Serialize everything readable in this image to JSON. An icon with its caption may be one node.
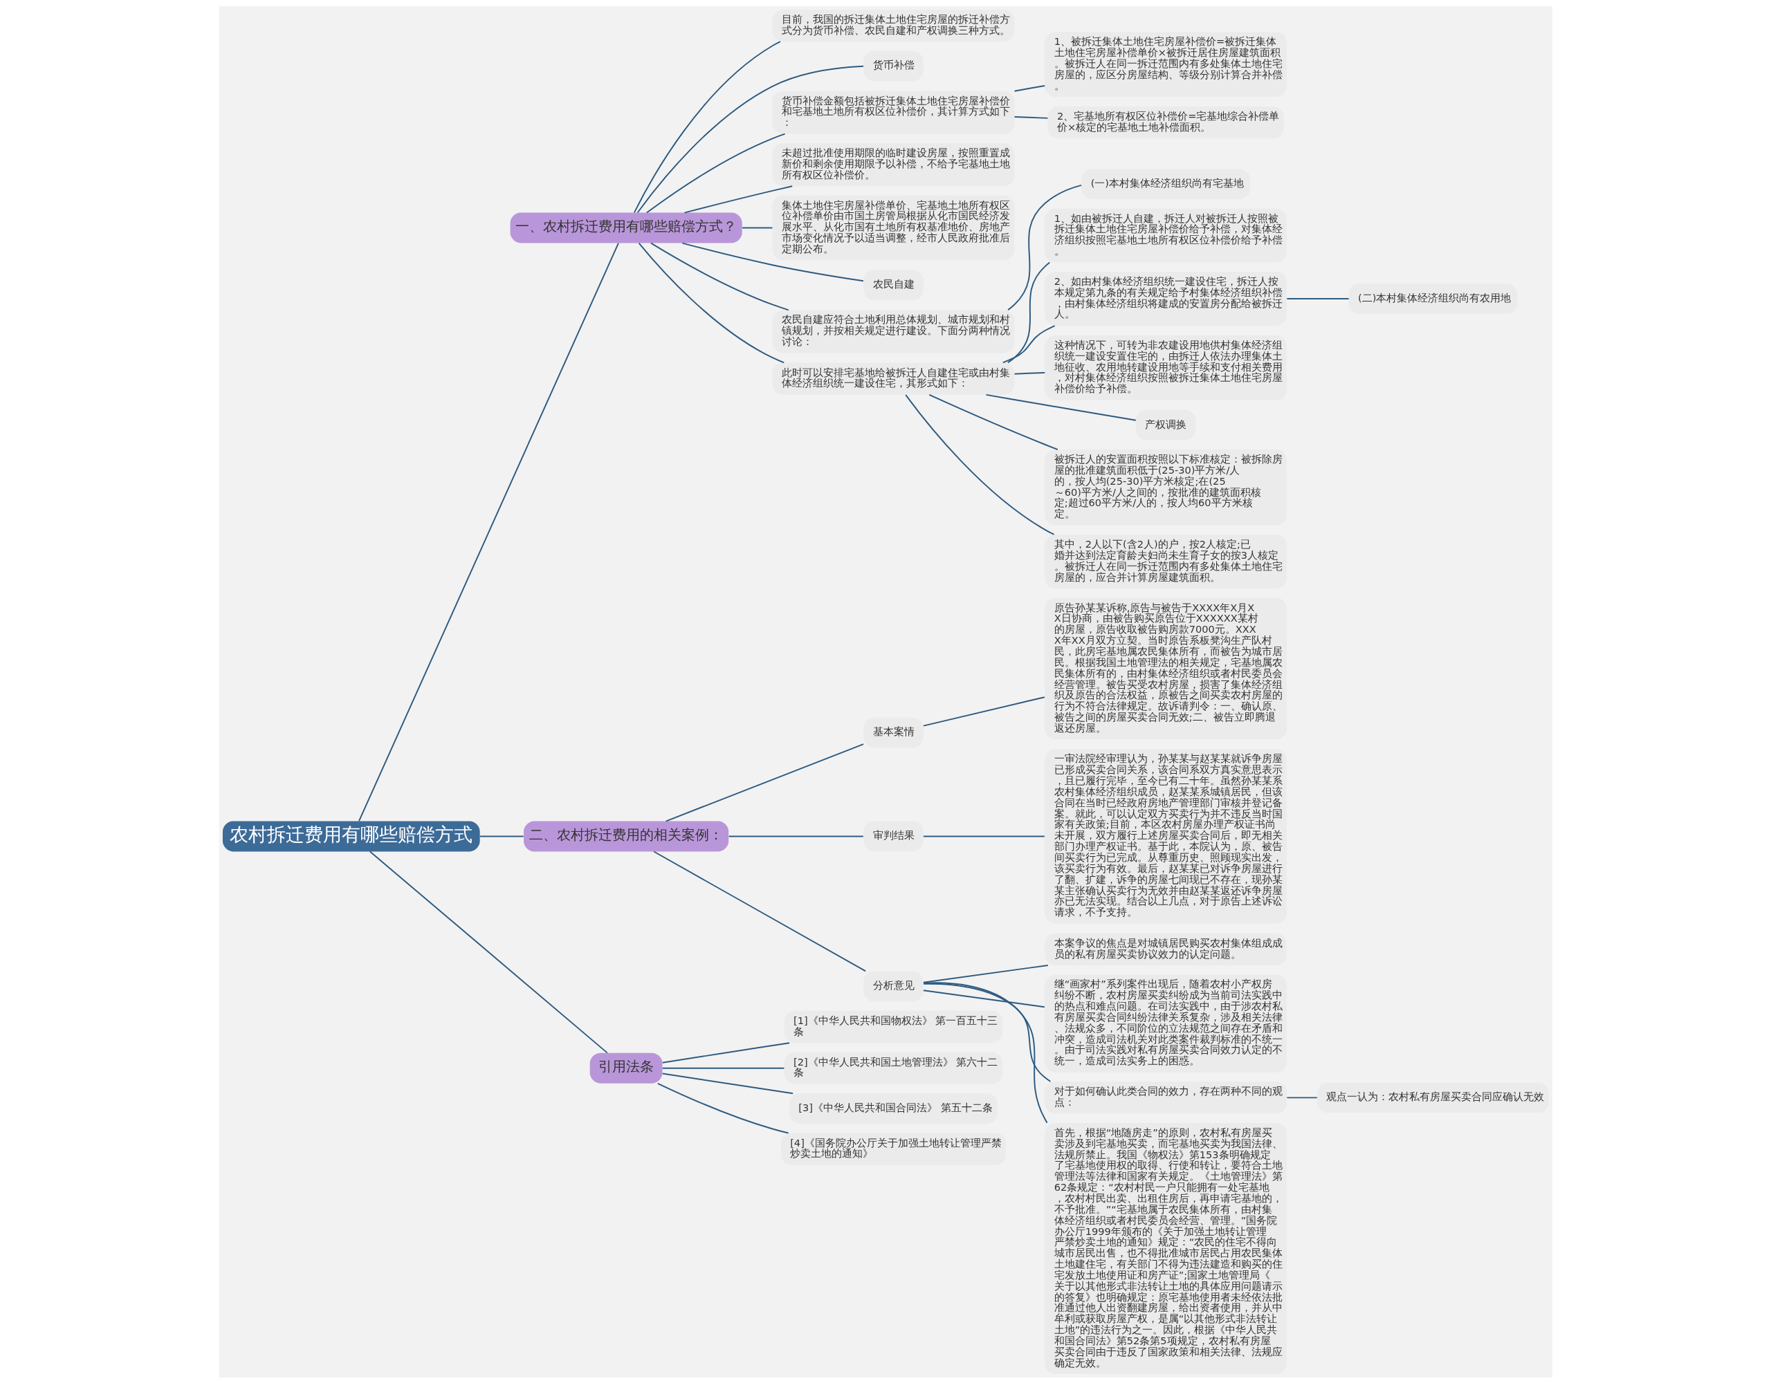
{
  "diagram": {
    "nodes": [
      {
        "text": [
          "农村拆迁费用有哪些赔偿方式"
        ]
      },
      {
        "text": [
          "一、农村拆迁费用有哪些赔偿方式？"
        ]
      },
      {
        "text": [
          "目前，我国的拆迁集体土地住宅房屋的拆迁补偿方式分为货币补偿、农民自建和产权调换三种方式。"
        ]
      },
      {
        "text": [
          "货币补偿"
        ]
      },
      {
        "text": [
          "货币补偿金额包括被拆迁集体土地住宅房屋补偿价和宅基地土地所有权区位补偿价，其计算方式如下："
        ]
      },
      {
        "text": [
          "1、被拆迁集体土地住宅房屋补偿价=被拆迁集体土地住宅房屋补偿单价×被拆迁居住房屋建筑面积。被拆迁人在同一拆迁范围内有多处集体土地住宅房屋的，应区分房屋结构、等级分别计算合并补偿。"
        ]
      },
      {
        "text": [
          "2、宅基地所有权区位补偿价=宅基地综合补偿单价×核定的宅基地土地补偿面积。"
        ]
      },
      {
        "text": [
          "未超过批准使用期限的临时建设房屋，按照重置成新价和剩余使用期限予以补偿，不给予宅基地土地所有权区位补偿价。"
        ]
      },
      {
        "text": [
          "集体土地住宅房屋补偿单价、宅基地土地所有权区位补偿单价由市国土房管局根据从化市国民经济发展水平、从化市国有土地所有权基准地价、房地产市场变化情况予以适当调整，经市人民政府批准后定期公布。"
        ]
      },
      {
        "text": [
          "农民自建"
        ]
      },
      {
        "text": [
          "农民自建应符合土地利用总体规划、城市规划和村镇规划，并按相关规定进行建设。下面分两种情况讨论："
        ]
      },
      {
        "text": [
          "(一)本村集体经济组织尚有宅基地"
        ]
      },
      {
        "text": [
          "此时可以安排宅基地给被拆迁人自建住宅或由村集体经济组织统一建设住宅，其形式如下："
        ]
      },
      {
        "text": [
          "1、如由被拆迁人自建，拆迁人对被拆迁人按照被拆迁集体土地住宅房屋补偿价给予补偿，对集体经济组织按照宅基地土地所有权区位补偿价给予补偿。"
        ]
      },
      {
        "text": [
          "2、如由村集体经济组织统一建设住宅，拆迁人按本规定第九条的有关规定给予村集体经济组织补偿，由村集体经济组织将建成的安置房分配给被拆迁人。"
        ]
      },
      {
        "text": [
          "(二)本村集体经济组织尚有农用地"
        ]
      },
      {
        "text": [
          "这种情况下，可转为非农建设用地供村集体经济组织统一建设安置住宅的，由拆迁人依法办理集体土地征收、农用地转建设用地等手续和支付相关费用，对村集体经济组织按照被拆迁集体土地住宅房屋补偿价给予补偿。"
        ]
      },
      {
        "text": [
          "产权调换"
        ]
      },
      {
        "text": [
          "被拆迁人的安置面积按照以下标准核定：被拆除房屋的批准建筑面积低于(25-30)平方米/人的，按人均(25-30)平方米核定;在(25～60)平方米/人之间的，按批准的建筑面积核定;超过60平方米/人的，按人均60平方米核定。"
        ]
      },
      {
        "text": [
          "其中，2人以下(含2人)的户，按2人核定;已婚并达到法定育龄夫妇尚未生育子女的按3人核定。被拆迁人在同一拆迁范围内有多处集体土地住宅房屋的，应合并计算房屋建筑面积。"
        ]
      },
      {
        "text": [
          "二、农村拆迁费用的相关案例："
        ]
      },
      {
        "text": [
          "基本案情"
        ]
      },
      {
        "text": [
          "原告孙某某诉称,原告与被告于XXXX年X月XX日协商，由被告购买原告位于XXXXXX某村的房屋，原告收取被告购房款7000元。XXXX年XX月双方立契。当时原告系板凳沟生产队村民，此房宅基地属农民集体所有，而被告为城市居民。根据我国土地管理法的相关规定，宅基地属农民集体所有的，由村集体经济组织或者村民委员会经营管理。被告买受农村房屋，损害了集体经济组织及原告的合法权益，原被告之间买卖农村房屋的行为不符合法律规定。故诉请判令：一、确认原、被告之间的房屋买卖合同无效;二、被告立即腾退返还房屋。"
        ]
      },
      {
        "text": [
          "审判结果"
        ]
      },
      {
        "text": [
          "一审法院经审理认为，孙某某与赵某某就诉争房屋已形成买卖合同关系，该合同系双方真实意思表示，且已履行完毕，至今已有二十年。虽然孙某某系农村集体经济组织成员，赵某某系城镇居民，但该合同在当时已经政府房地产管理部门审核并登记备案。就此，可以认定双方买卖行为并不违反当时国家有关政策;目前，本区农村房屋办理产权证书尚未开展，双方履行上述房屋买卖合同后，即无相关部门办理产权证书。基于此，本院认为，原、被告间买卖行为已完成。从尊重历史、照顾现实出发，该买卖行为有效。最后，赵某某已对诉争房屋进行了翻、扩建，诉争的房屋七间现已不存在，现孙某某主张确认买卖行为无效并由赵某某返还诉争房屋亦已无法实现。结合以上几点，对于原告上述诉讼请求，不予支持。"
        ]
      },
      {
        "text": [
          "分析意见"
        ]
      },
      {
        "text": [
          "本案争议的焦点是对城镇居民购买农村集体组成成员的私有房屋买卖协议效力的认定问题。"
        ]
      },
      {
        "text": [
          "继“画家村”系列案件出现后，随着农村小产权房纠纷不断，农村房屋买卖纠纷成为当前司法实践中的热点和难点问题。在司法实践中，由于涉农村私有房屋买卖合同纠纷法律关系复杂，涉及相关法律、法规众多，不同阶位的立法规范之间存在矛盾和冲突，造成司法机关对此类案件裁判标准的不统一。由于司法实践对私有房屋买卖合同效力认定的不统一，造成司法实务上的困惑。"
        ]
      },
      {
        "text": [
          "对于如何确认此类合同的效力，存在两种不同的观点："
        ]
      },
      {
        "text": [
          "观点一认为：农村私有房屋买卖合同应确认无效"
        ]
      },
      {
        "text": [
          "首先，根据“地随房走”的原则，农村私有房屋买卖涉及到宅基地买卖，而宅基地买卖为我国法律、法规所禁止。我国《物权法》第153条明确规定了宅基地使用权的取得、行使和转让，要符合土地管理法等法律和国家有关规定。《土地管理法》第62条规定：“农村村民一户只能拥有一处宅基地，农村村民出卖、出租住房后，再申请宅基地的，不予批准。”“宅基地属于农民集体所有，由村集体经济组织或者村民委员会经营、管理。”国务院办公厅1999年颁布的《关于加强土地转让管理严禁炒卖土地的通知》规定：“农民的住宅不得向城市居民出售，也不得批准城市居民占用农民集体土地建住宅，有关部门不得为违法建造和购买的住宅发放土地使用证和房产证”;国家土地管理局《关于以其他形式非法转让土地的具体应用问题请示的答复》也明确规定：原宅基地使用者未经依法批准通过他人出资翻建房屋，给出资者使用，并从中牟利或获取房屋产权，是属“以其他形式非法转让土地”的违法行为之一。因此，根据《中华人民共和国合同法》第52条第5项规定，农村私有房屋买卖合同由于违反了国家政策和相关法律、法规应确定无效。"
        ]
      },
      {
        "text": [
          "引用法条"
        ]
      },
      {
        "text": [
          "[1]《中华人民共和国物权法》 第一百五十三条"
        ]
      },
      {
        "text": [
          "[2]《中华人民共和国土地管理法》 第六十二条"
        ]
      },
      {
        "text": [
          "[3]《中华人民共和国合同法》 第五十二条"
        ]
      },
      {
        "text": [
          "[4]《国务院办公厅关于加强土地转让管理严禁炒卖土地的通知》"
        ]
      }
    ],
    "edges": [
      {
        "from": 0,
        "to": 1,
        "arrow": "none"
      },
      {
        "from": 1,
        "to": 2,
        "arrow": "none"
      },
      {
        "from": 1,
        "to": 3,
        "arrow": "none"
      },
      {
        "from": 1,
        "to": 4,
        "arrow": "none"
      },
      {
        "from": 4,
        "to": 5,
        "arrow": "none"
      },
      {
        "from": 4,
        "to": 6,
        "arrow": "none"
      },
      {
        "from": 1,
        "to": 7,
        "arrow": "none"
      },
      {
        "from": 1,
        "to": 8,
        "arrow": "none"
      },
      {
        "from": 1,
        "to": 9,
        "arrow": "none"
      },
      {
        "from": 1,
        "to": 10,
        "arrow": "none"
      },
      {
        "from": 10,
        "to": 11,
        "arrow": "none"
      },
      {
        "from": 1,
        "to": 12,
        "arrow": "none"
      },
      {
        "from": 12,
        "to": 13,
        "arrow": "none"
      },
      {
        "from": 12,
        "to": 14,
        "arrow": "none"
      },
      {
        "from": 14,
        "to": 15,
        "arrow": "none"
      },
      {
        "from": 12,
        "to": 16,
        "arrow": "none"
      },
      {
        "from": 12,
        "to": 17,
        "arrow": "none"
      },
      {
        "from": 12,
        "to": 18,
        "arrow": "none"
      },
      {
        "from": 12,
        "to": 19,
        "arrow": "none"
      },
      {
        "from": 0,
        "to": 20,
        "arrow": "none"
      },
      {
        "from": 20,
        "to": 21,
        "arrow": "none"
      },
      {
        "from": 21,
        "to": 22,
        "arrow": "none"
      },
      {
        "from": 20,
        "to": 23,
        "arrow": "none"
      },
      {
        "from": 23,
        "to": 24,
        "arrow": "none"
      },
      {
        "from": 20,
        "to": 25,
        "arrow": "none"
      },
      {
        "from": 25,
        "to": 26,
        "arrow": "none"
      },
      {
        "from": 25,
        "to": 27,
        "arrow": "none"
      },
      {
        "from": 25,
        "to": 28,
        "arrow": "none"
      },
      {
        "from": 28,
        "to": 29,
        "arrow": "none"
      },
      {
        "from": 25,
        "to": 30,
        "arrow": "none"
      },
      {
        "from": 0,
        "to": 31,
        "arrow": "none"
      },
      {
        "from": 31,
        "to": 32,
        "arrow": "none"
      },
      {
        "from": 31,
        "to": 33,
        "arrow": "none"
      },
      {
        "from": 31,
        "to": 34,
        "arrow": "none"
      },
      {
        "from": 31,
        "to": 35,
        "arrow": "none"
      }
    ]
  }
}
